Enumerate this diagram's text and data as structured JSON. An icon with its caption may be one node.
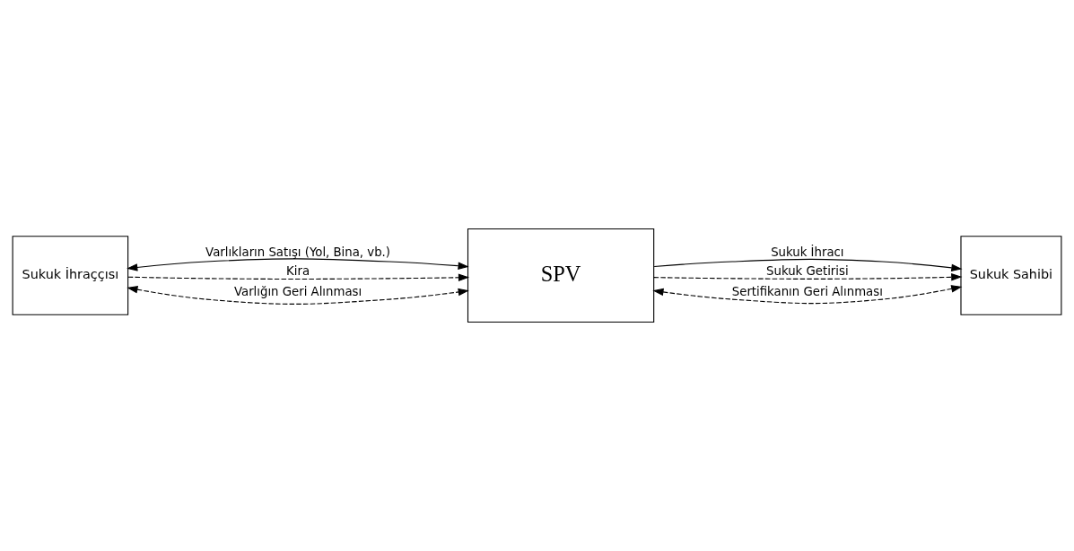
{
  "diagram": {
    "nodes": [
      {
        "text": [
          "Sukuk İhraççısı"
        ]
      },
      {
        "text": [
          "SPV"
        ]
      },
      {
        "text": [
          "Sukuk Sahibi"
        ]
      }
    ],
    "edges": [
      {
        "from": 0,
        "to": 1,
        "arrow": "both",
        "label": "Varlıkların Satışı (Yol, Bina, vb.)"
      },
      {
        "from": 0,
        "to": 1,
        "arrow": "to",
        "label": "Kira",
        "style": "dashed"
      },
      {
        "from": 0,
        "to": 1,
        "arrow": "both",
        "label": "Varlığın Geri Alınması",
        "style": "dashed"
      },
      {
        "from": 1,
        "to": 2,
        "arrow": "to",
        "label": "Sukuk İhracı"
      },
      {
        "from": 1,
        "to": 2,
        "arrow": "to",
        "label": "Sukuk Getirisi",
        "style": "dashed"
      },
      {
        "from": 1,
        "to": 2,
        "arrow": "both",
        "label": "Sertifikanın Geri Alınması",
        "style": "dashed"
      }
    ]
  }
}
